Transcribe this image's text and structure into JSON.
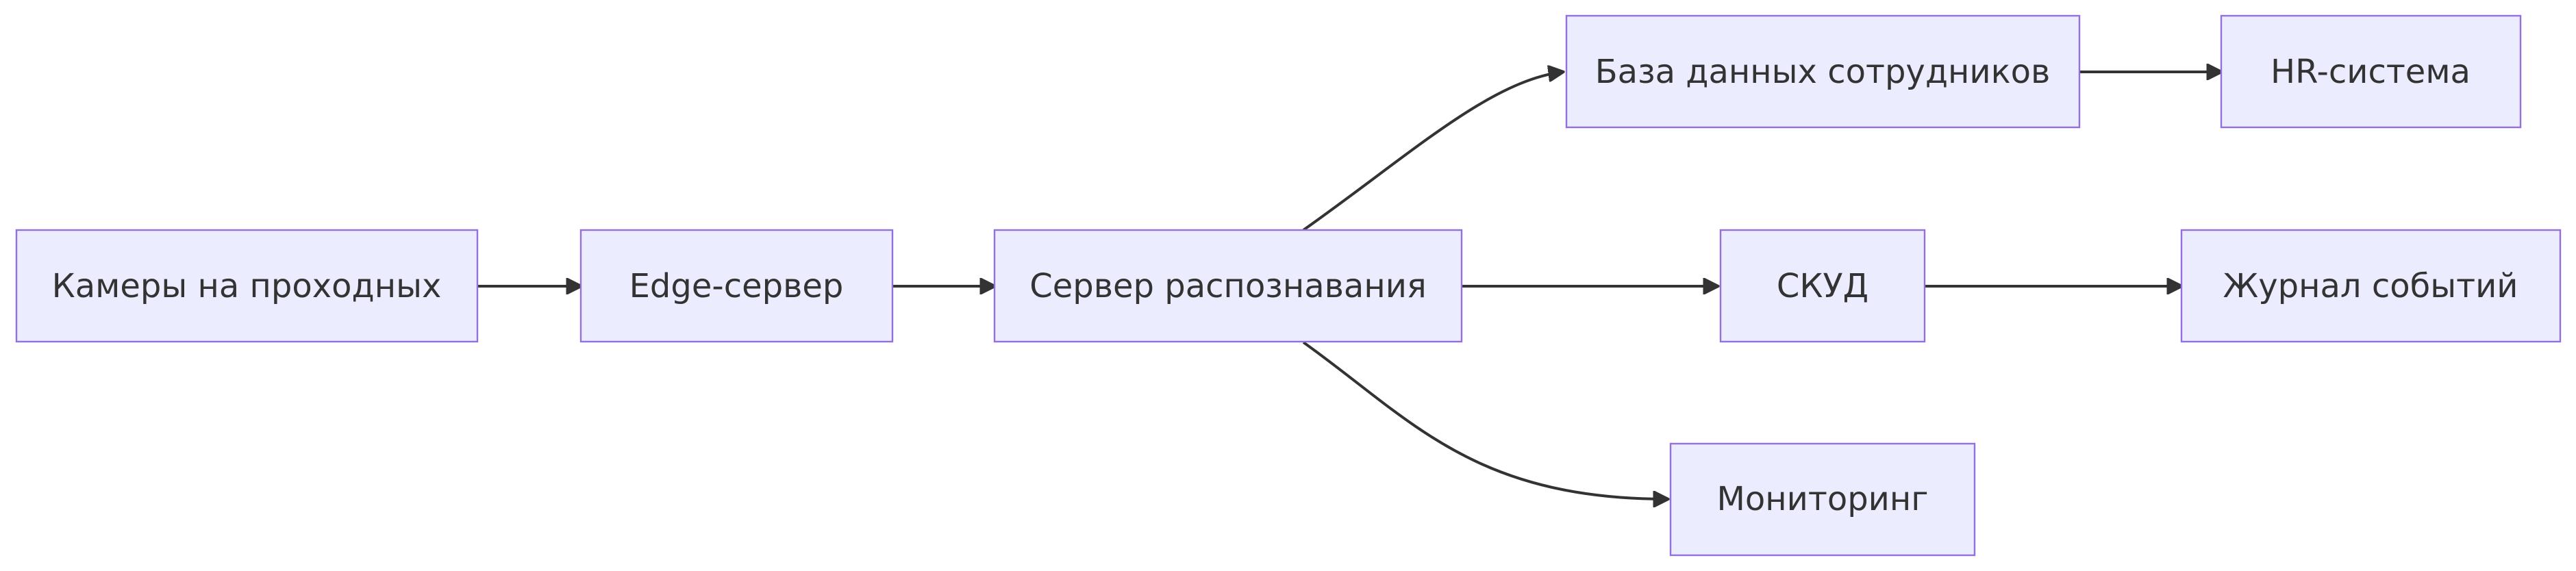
{
  "diagram": {
    "nodes": {
      "cameras": "Камеры на проходных",
      "edge": "Edge-сервер",
      "recognition": "Сервер распознавания",
      "employees_db": "База данных сотрудников",
      "hr": "HR-система",
      "skud": "СКУД",
      "event_log": "Журнал событий",
      "monitoring": "Мониторинг"
    },
    "edges": [
      {
        "from": "cameras",
        "to": "edge"
      },
      {
        "from": "edge",
        "to": "recognition"
      },
      {
        "from": "recognition",
        "to": "employees_db"
      },
      {
        "from": "recognition",
        "to": "skud"
      },
      {
        "from": "recognition",
        "to": "monitoring"
      },
      {
        "from": "employees_db",
        "to": "hr"
      },
      {
        "from": "skud",
        "to": "event_log"
      }
    ],
    "colors": {
      "node_fill": "#ECECFF",
      "node_stroke": "#9370DB",
      "edge": "#333333",
      "text": "#333333"
    }
  }
}
